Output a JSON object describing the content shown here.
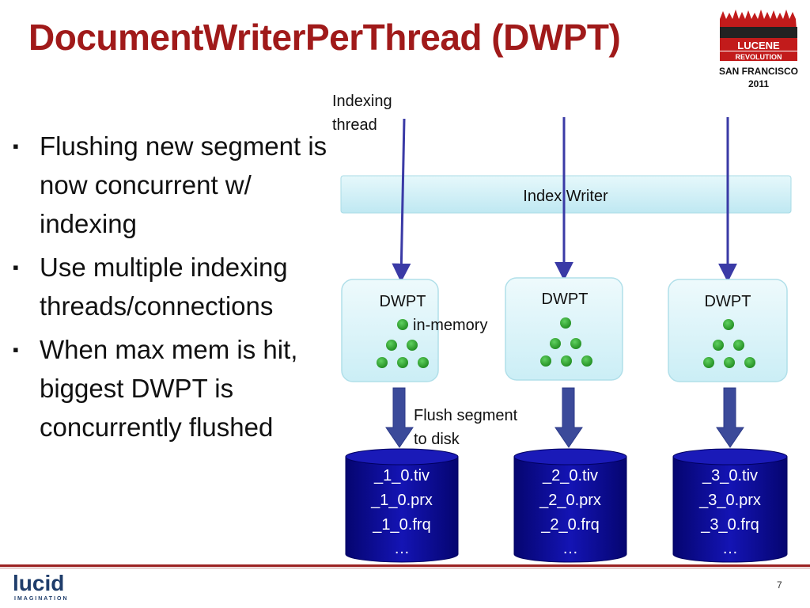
{
  "title": "DocumentWriterPerThread (DWPT)",
  "bullets": [
    "Flushing new segment is now concurrent w/ indexing",
    "Use multiple indexing threads/connections",
    "When max mem is hit, biggest DWPT is concurrently flushed"
  ],
  "bullet_marker": "▪",
  "diagram": {
    "indexing_thread_label": [
      "Indexing",
      "thread"
    ],
    "index_writer_label": "Index Writer",
    "dwpt_labels": [
      "DWPT",
      "DWPT",
      "DWPT"
    ],
    "in_memory_label": "in-memory",
    "flush_label": [
      "Flush segment",
      "to disk"
    ],
    "segments": [
      [
        "_1_0.tiv",
        "_1_0.prx",
        "_1_0.frq",
        "…"
      ],
      [
        "_2_0.tiv",
        "_2_0.prx",
        "_2_0.frq",
        "…"
      ],
      [
        "_3_0.tiv",
        "_3_0.prx",
        "_3_0.frq",
        "…"
      ]
    ]
  },
  "logo": {
    "line1": "LUCENE",
    "line2": "REVOLUTION",
    "line3": "SAN FRANCISCO",
    "line4": "2011"
  },
  "footer": {
    "brand": "lucid",
    "brand_sub": "IMAGINATION",
    "page_number": "7"
  },
  "colors": {
    "title": "#a01a1a",
    "arrow": "#3a3aa6",
    "dot": "#2e9c2e",
    "disk": "#0a0a96",
    "box_fill": "#dcf3f8",
    "footer_line": "#9b2222",
    "flush_arrow": "#3b4a9a"
  }
}
